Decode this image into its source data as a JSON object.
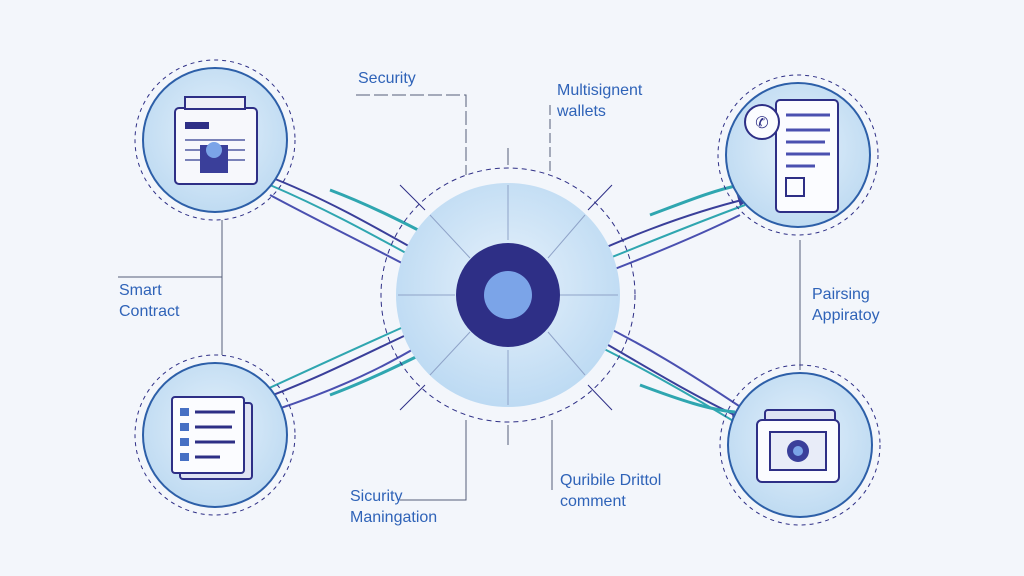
{
  "labels": {
    "security": "Security",
    "multisig": [
      "Multisignent",
      "wallets"
    ],
    "smart_contract": [
      "Smart",
      "Contract"
    ],
    "parsing": [
      "Pairsing",
      "Appiratoy"
    ],
    "security_mgmt": [
      "Sicurity",
      "Maningation"
    ],
    "quribile": [
      "Quribile Drittol",
      "comment"
    ]
  },
  "colors": {
    "accent": "#2f63b8",
    "hub_dark": "#2e2f86",
    "hub_light": "#7ba4e8",
    "node_fill": "#cfe4f6",
    "teal": "#2fa6b0"
  }
}
